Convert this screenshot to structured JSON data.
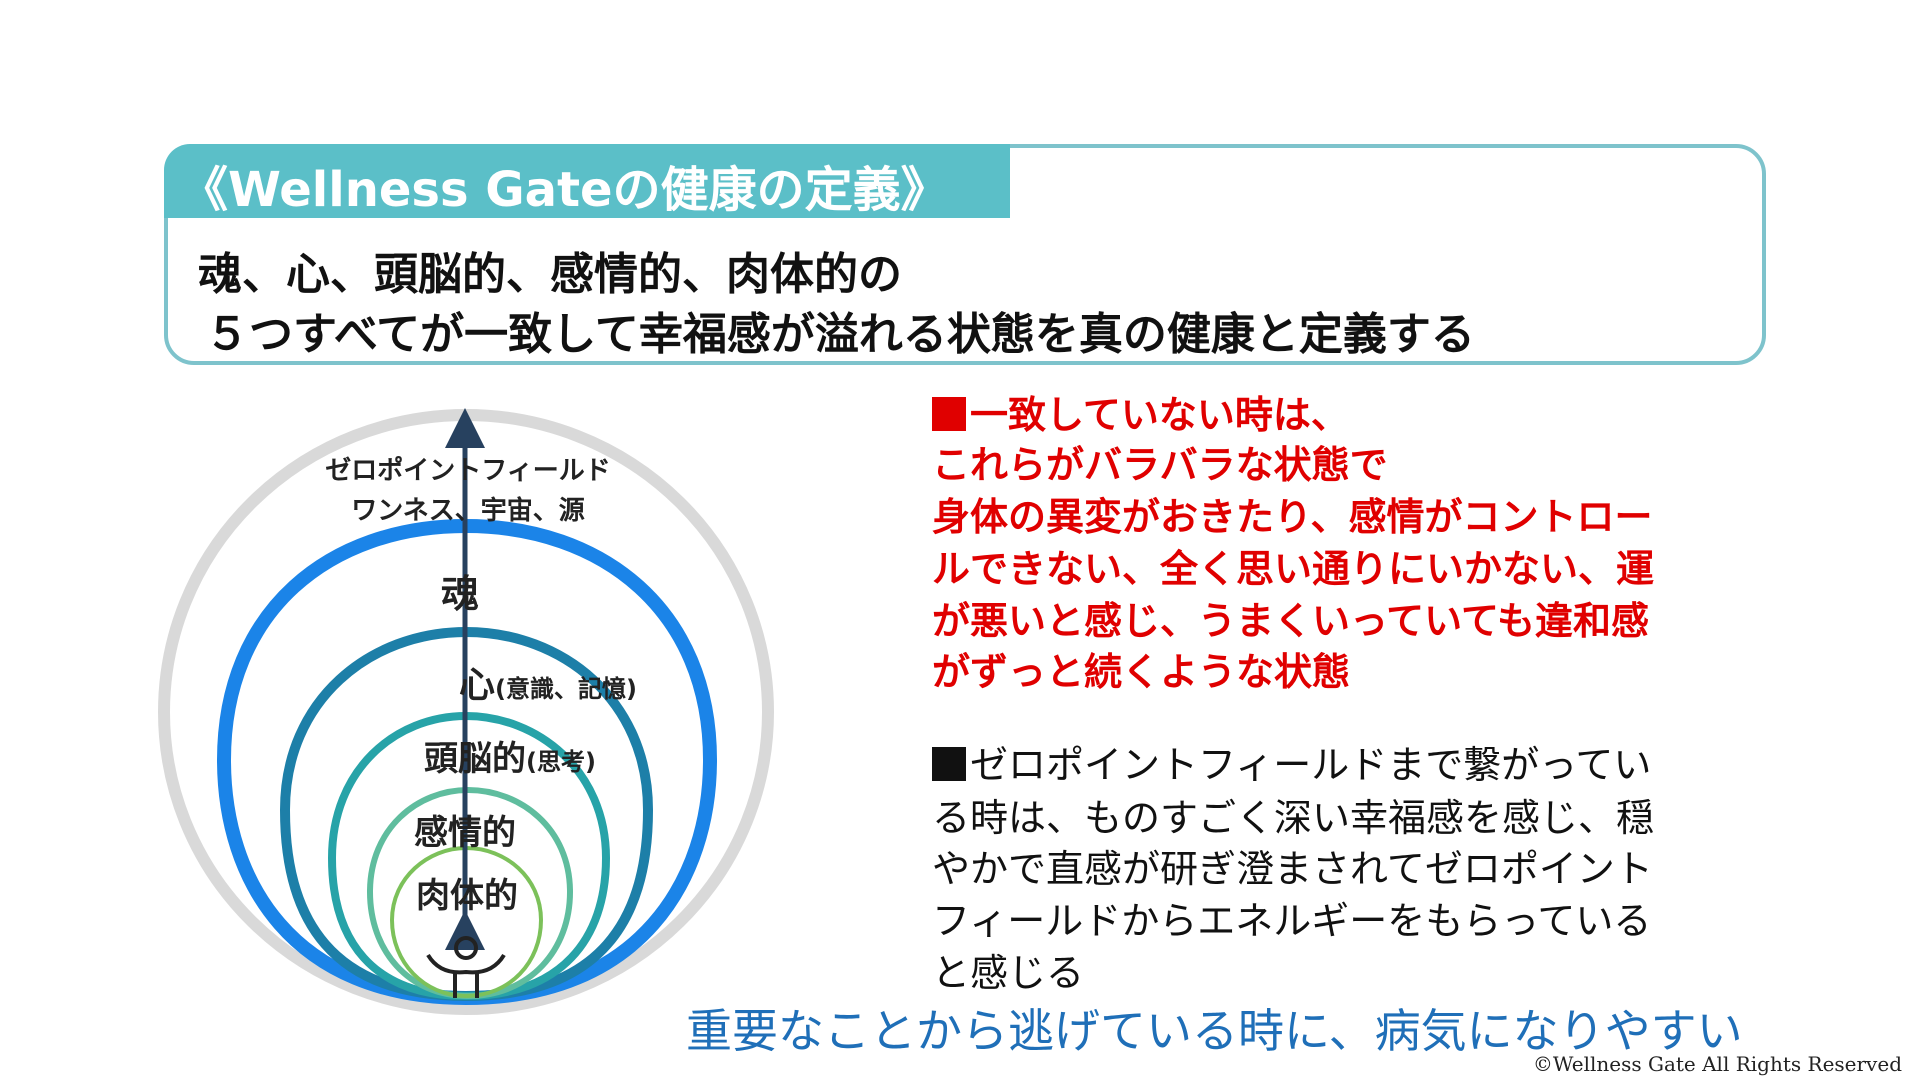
{
  "header": {
    "title": "《Wellness Gateの健康の定義》",
    "definition_line1": "魂、心、頭脳的、感情的、肉体的の",
    "definition_line2": "５つすべてが一致して幸福感が溢れる状態を真の健康と定義する"
  },
  "diagram": {
    "outer_label_1": "ゼロポイントフィールド",
    "outer_label_2": "ワンネス、宇宙、源",
    "layers": [
      {
        "label": "魂",
        "note": ""
      },
      {
        "label": "心",
        "note": "(意識、記憶)"
      },
      {
        "label": "頭脳的",
        "note": "(思考)"
      },
      {
        "label": "感情的",
        "note": ""
      },
      {
        "label": "肉体的",
        "note": ""
      }
    ],
    "colors": {
      "gray": "#d9d9d9",
      "blue": "#1b84e8",
      "dark_teal": "#1d7fa8",
      "teal": "#27a3a8",
      "light_teal": "#5fbd9e",
      "green": "#7cc15a",
      "arrow": "#27415f"
    }
  },
  "notes": {
    "red_lines": [
      "一致していない時は、",
      "これらがバラバラな状態で",
      "身体の異変がおきたり、感情がコントロー",
      "ルできない、全く思い通りにいかない、運",
      "が悪いと感じ、うまくいっていても違和感",
      "がずっと続くような状態"
    ],
    "black_lines": [
      "ゼロポイントフィールドまで繋がってい",
      "る時は、ものすごく深い幸福感を感じ、穏",
      "やかで直感が研ぎ澄まされてゼロポイント",
      "フィールドからエネルギーをもらっている",
      "と感じる"
    ]
  },
  "footer": {
    "message": "重要なことから逃げている時に、病気になりやすい",
    "copyright": "©Wellness Gate All Rights Reserved"
  }
}
